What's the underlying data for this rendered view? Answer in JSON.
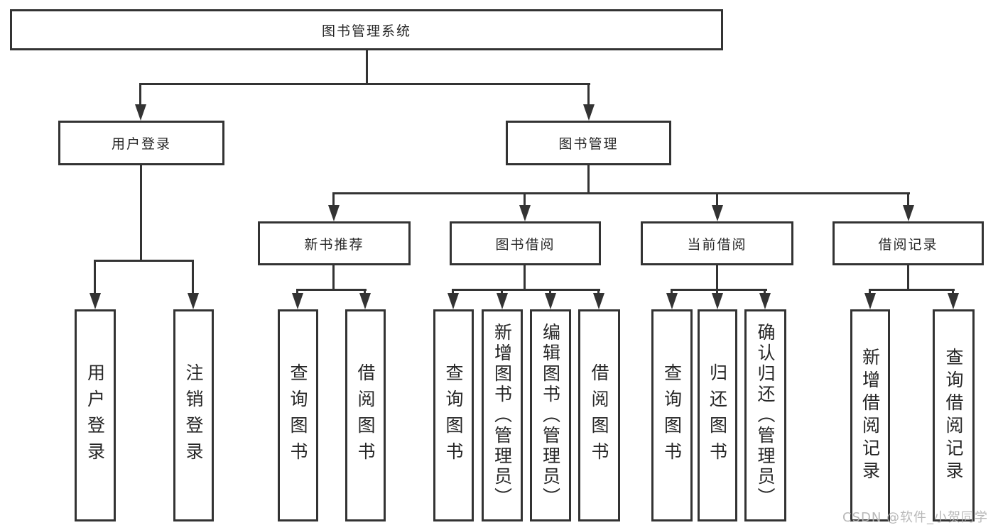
{
  "diagram": {
    "root": {
      "label": "图书管理系统"
    },
    "level2": {
      "user_login_branch": {
        "label": "用户登录"
      },
      "book_management": {
        "label": "图书管理"
      }
    },
    "level3": {
      "new_book_recommend": {
        "label": "新书推荐"
      },
      "book_borrowing": {
        "label": "图书借阅"
      },
      "current_borrowing": {
        "label": "当前借阅"
      },
      "borrowing_records": {
        "label": "借阅记录"
      }
    },
    "leaves": {
      "user_login": {
        "label": "用户登录"
      },
      "logout_login": {
        "label": "注销登录"
      },
      "query_books_recommend": {
        "label": "查询图书"
      },
      "borrow_books_recommend": {
        "label": "借阅图书"
      },
      "query_books_borrowing": {
        "label": "查询图书"
      },
      "add_books_admin": {
        "label": "新增图书（管理员）"
      },
      "edit_books_admin": {
        "label": "编辑图书（管理员）"
      },
      "borrow_books_borrowing": {
        "label": "借阅图书"
      },
      "query_books_current": {
        "label": "查询图书"
      },
      "return_books": {
        "label": "归还图书"
      },
      "confirm_return_admin": {
        "label": "确认归还（管理员）"
      },
      "add_borrow_record": {
        "label": "新增借阅记录"
      },
      "query_borrow_record": {
        "label": "查询借阅记录"
      }
    },
    "watermark": "CSDN @软件_小贺同学",
    "colors": {
      "line": "#333333",
      "text": "#262626",
      "watermark": "#b3b3b3",
      "background": "#ffffff"
    }
  }
}
